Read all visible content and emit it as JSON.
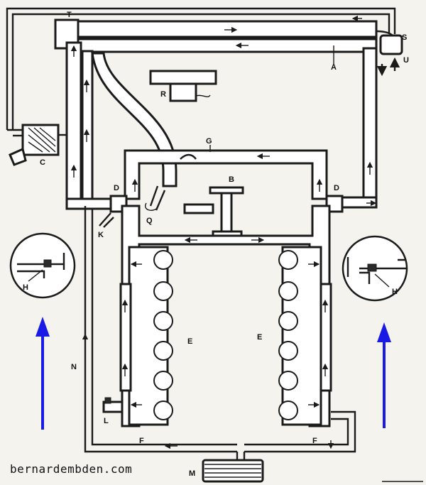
{
  "watermark": "bernardembden.com",
  "labels": {
    "A": "A",
    "B": "B",
    "C": "C",
    "D_left": "D",
    "D_right": "D",
    "E_left": "E",
    "E_right": "E",
    "F_left": "F",
    "F_right": "F",
    "G": "G",
    "H_left": "H",
    "H_right": "H",
    "K": "K",
    "L": "L",
    "M": "M",
    "N": "N",
    "Q": "Q",
    "R": "R",
    "S": "S",
    "T": "T",
    "U": "U"
  },
  "colors": {
    "ink": "#1b1b1b",
    "flow_arrow": "#1a1ae6",
    "paper": "#f5f3ee"
  }
}
